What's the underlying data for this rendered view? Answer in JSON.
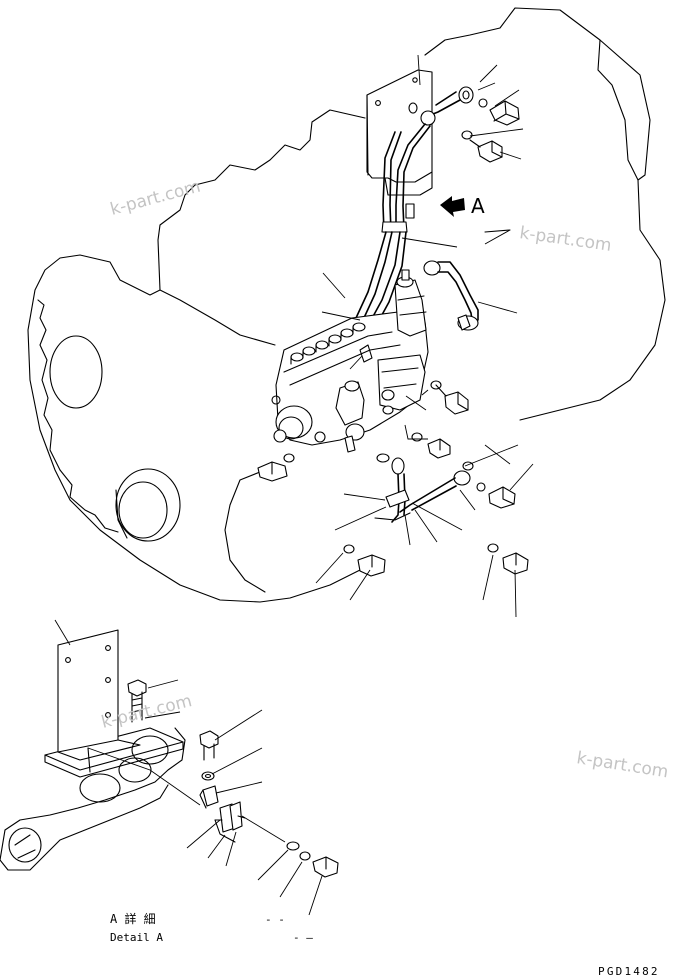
{
  "drawing": {
    "view_arrow_label": "A",
    "detail_title_jp": "A 詳 細",
    "detail_title_en": "Detail A",
    "drawing_number": "PGD1482",
    "detail_mark_1": "- -",
    "detail_mark_2": "- —"
  },
  "watermarks": [
    "k-part.com",
    "k-part.com",
    "k-part.com",
    "k-part.com"
  ]
}
